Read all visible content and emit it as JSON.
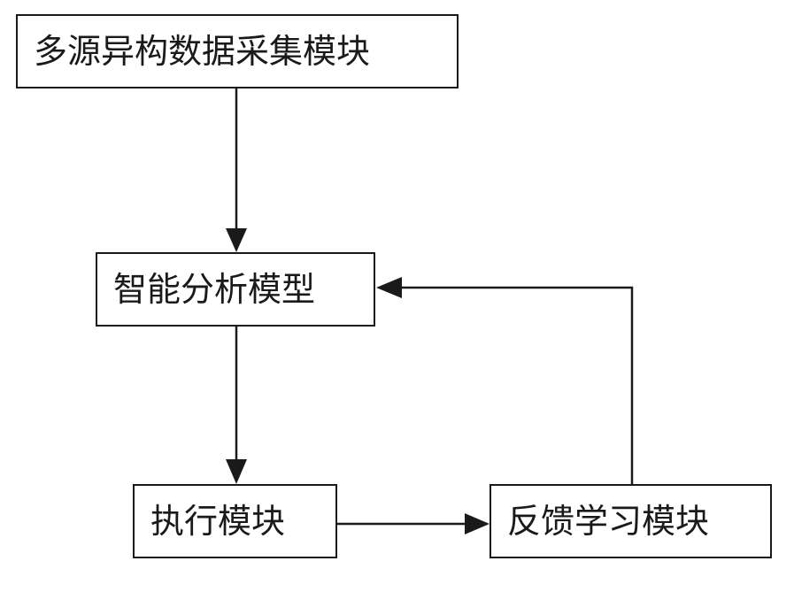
{
  "diagram": {
    "nodes": {
      "data_collection": {
        "label": "多源异构数据采集模块"
      },
      "analysis_model": {
        "label": "智能分析模型"
      },
      "execution": {
        "label": "执行模块"
      },
      "feedback_learning": {
        "label": "反馈学习模块"
      }
    },
    "edges": [
      {
        "from": "data_collection",
        "to": "analysis_model"
      },
      {
        "from": "analysis_model",
        "to": "execution"
      },
      {
        "from": "execution",
        "to": "feedback_learning"
      },
      {
        "from": "feedback_learning",
        "to": "analysis_model"
      }
    ],
    "colors": {
      "line": "#1a1a1a",
      "box_border": "#1a1a1a",
      "background": "#ffffff"
    }
  }
}
